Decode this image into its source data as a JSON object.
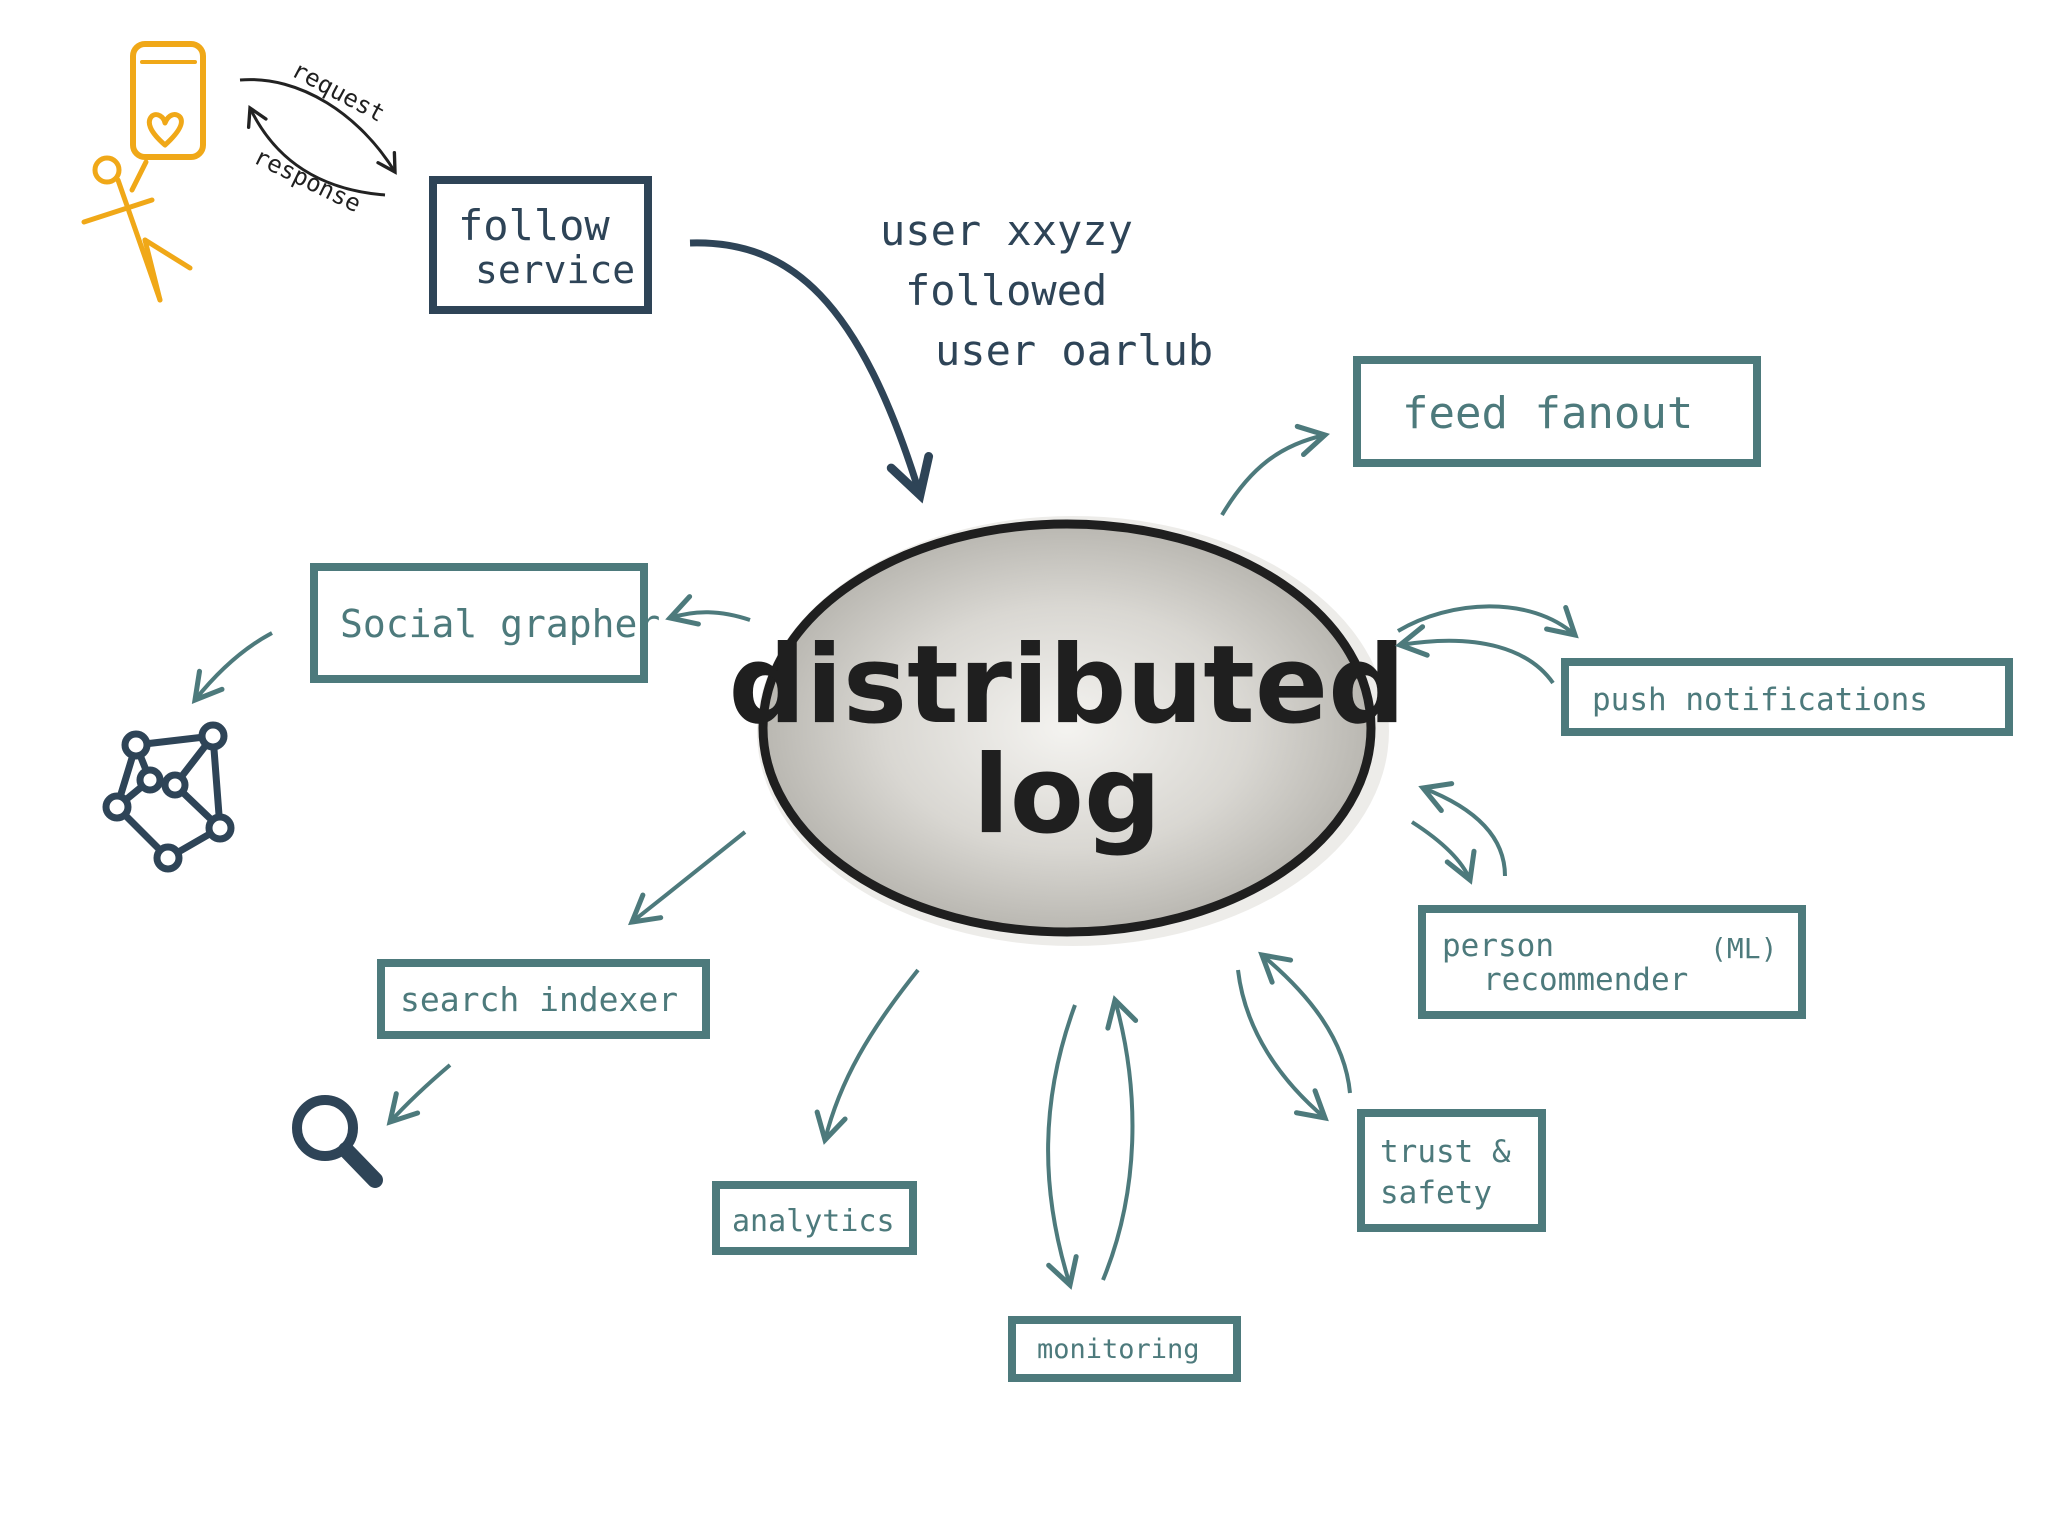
{
  "colors": {
    "dark": "#2e4457",
    "teal": "#4d7a7c",
    "user_icon": "#f0a818",
    "ellipse_fill": "#d6d4cf",
    "ellipse_stroke": "#1f1f1f"
  },
  "icons": {
    "user": "user-with-phone-icon",
    "graph": "graph-network-icon",
    "search": "magnifying-glass-icon"
  },
  "labels": {
    "request": "request",
    "response": "response",
    "event_line1": "user  xxyzy",
    "event_line2": "followed",
    "event_line3": "user oarlub"
  },
  "center": {
    "line1": "distributed",
    "line2": "log"
  },
  "nodes": {
    "follow_service_line1": "follow",
    "follow_service_line2": "service",
    "feed_fanout": "feed  fanout",
    "social_grapher": "Social grapher",
    "push_notifications": "push  notifications",
    "person_recommender_line1": "person",
    "person_recommender_line2": "recommender",
    "person_recommender_ml": "(ML)",
    "search_indexer": "search  indexer",
    "analytics": "analytics",
    "monitoring": "monitoring",
    "trust_safety_line1": "trust &",
    "trust_safety_line2": "safety"
  }
}
